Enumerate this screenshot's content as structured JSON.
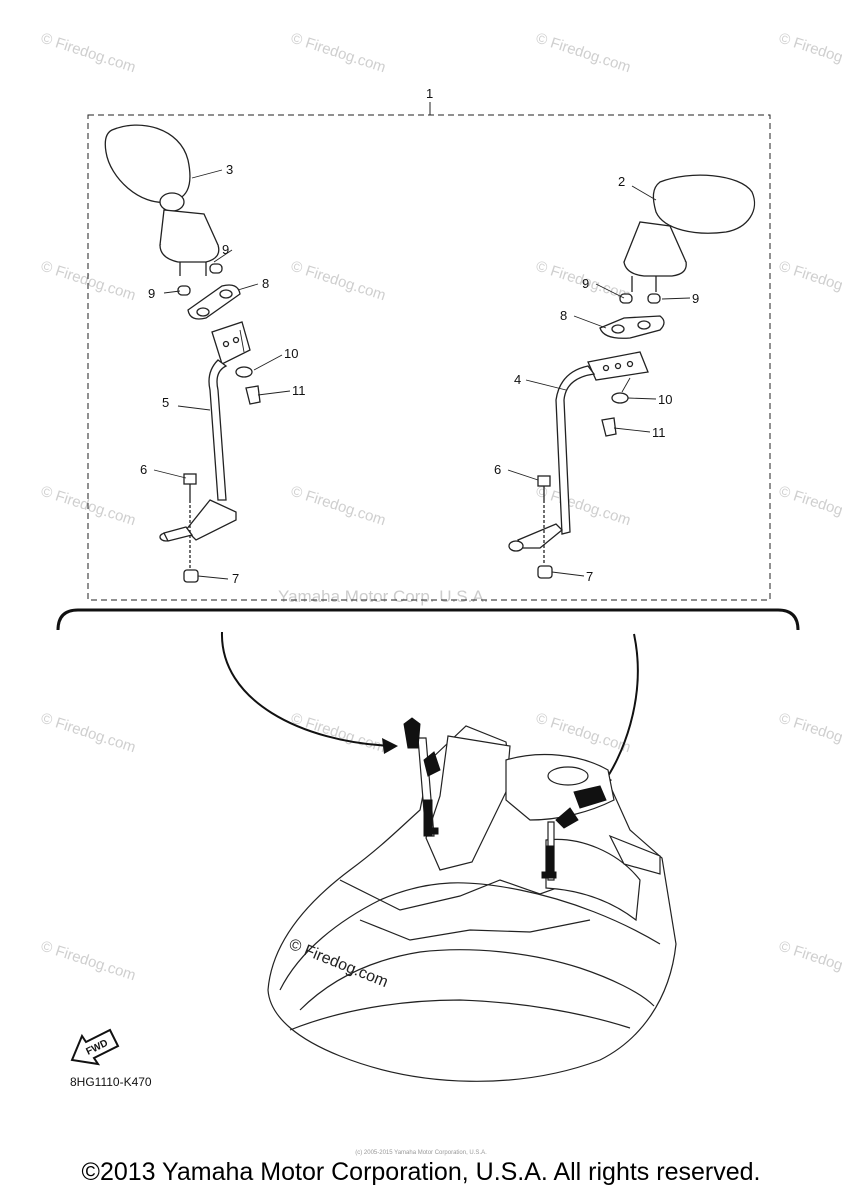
{
  "callouts": {
    "kit": "1",
    "mirror_right": "2",
    "mirror_left": "3",
    "stay_right": "4",
    "stay_left": "5",
    "bolt": "6",
    "nut": "7",
    "gasket": "8",
    "washer": "9",
    "washer_2": "10",
    "nut_2": "11"
  },
  "watermarks": {
    "firedog": "© Firedog.com",
    "firedog_short": "Firedog.com",
    "yamaha": "Yamaha Motor Corp. U.S.A."
  },
  "fwd_arrow": "FWD",
  "diagram_code": "8HG1110-K470",
  "tiny_notice": "(c) 2005-2015 Yamaha Motor Corporation, U.S.A.",
  "copyright": "©2013 Yamaha Motor Corporation, U.S.A. All rights reserved."
}
